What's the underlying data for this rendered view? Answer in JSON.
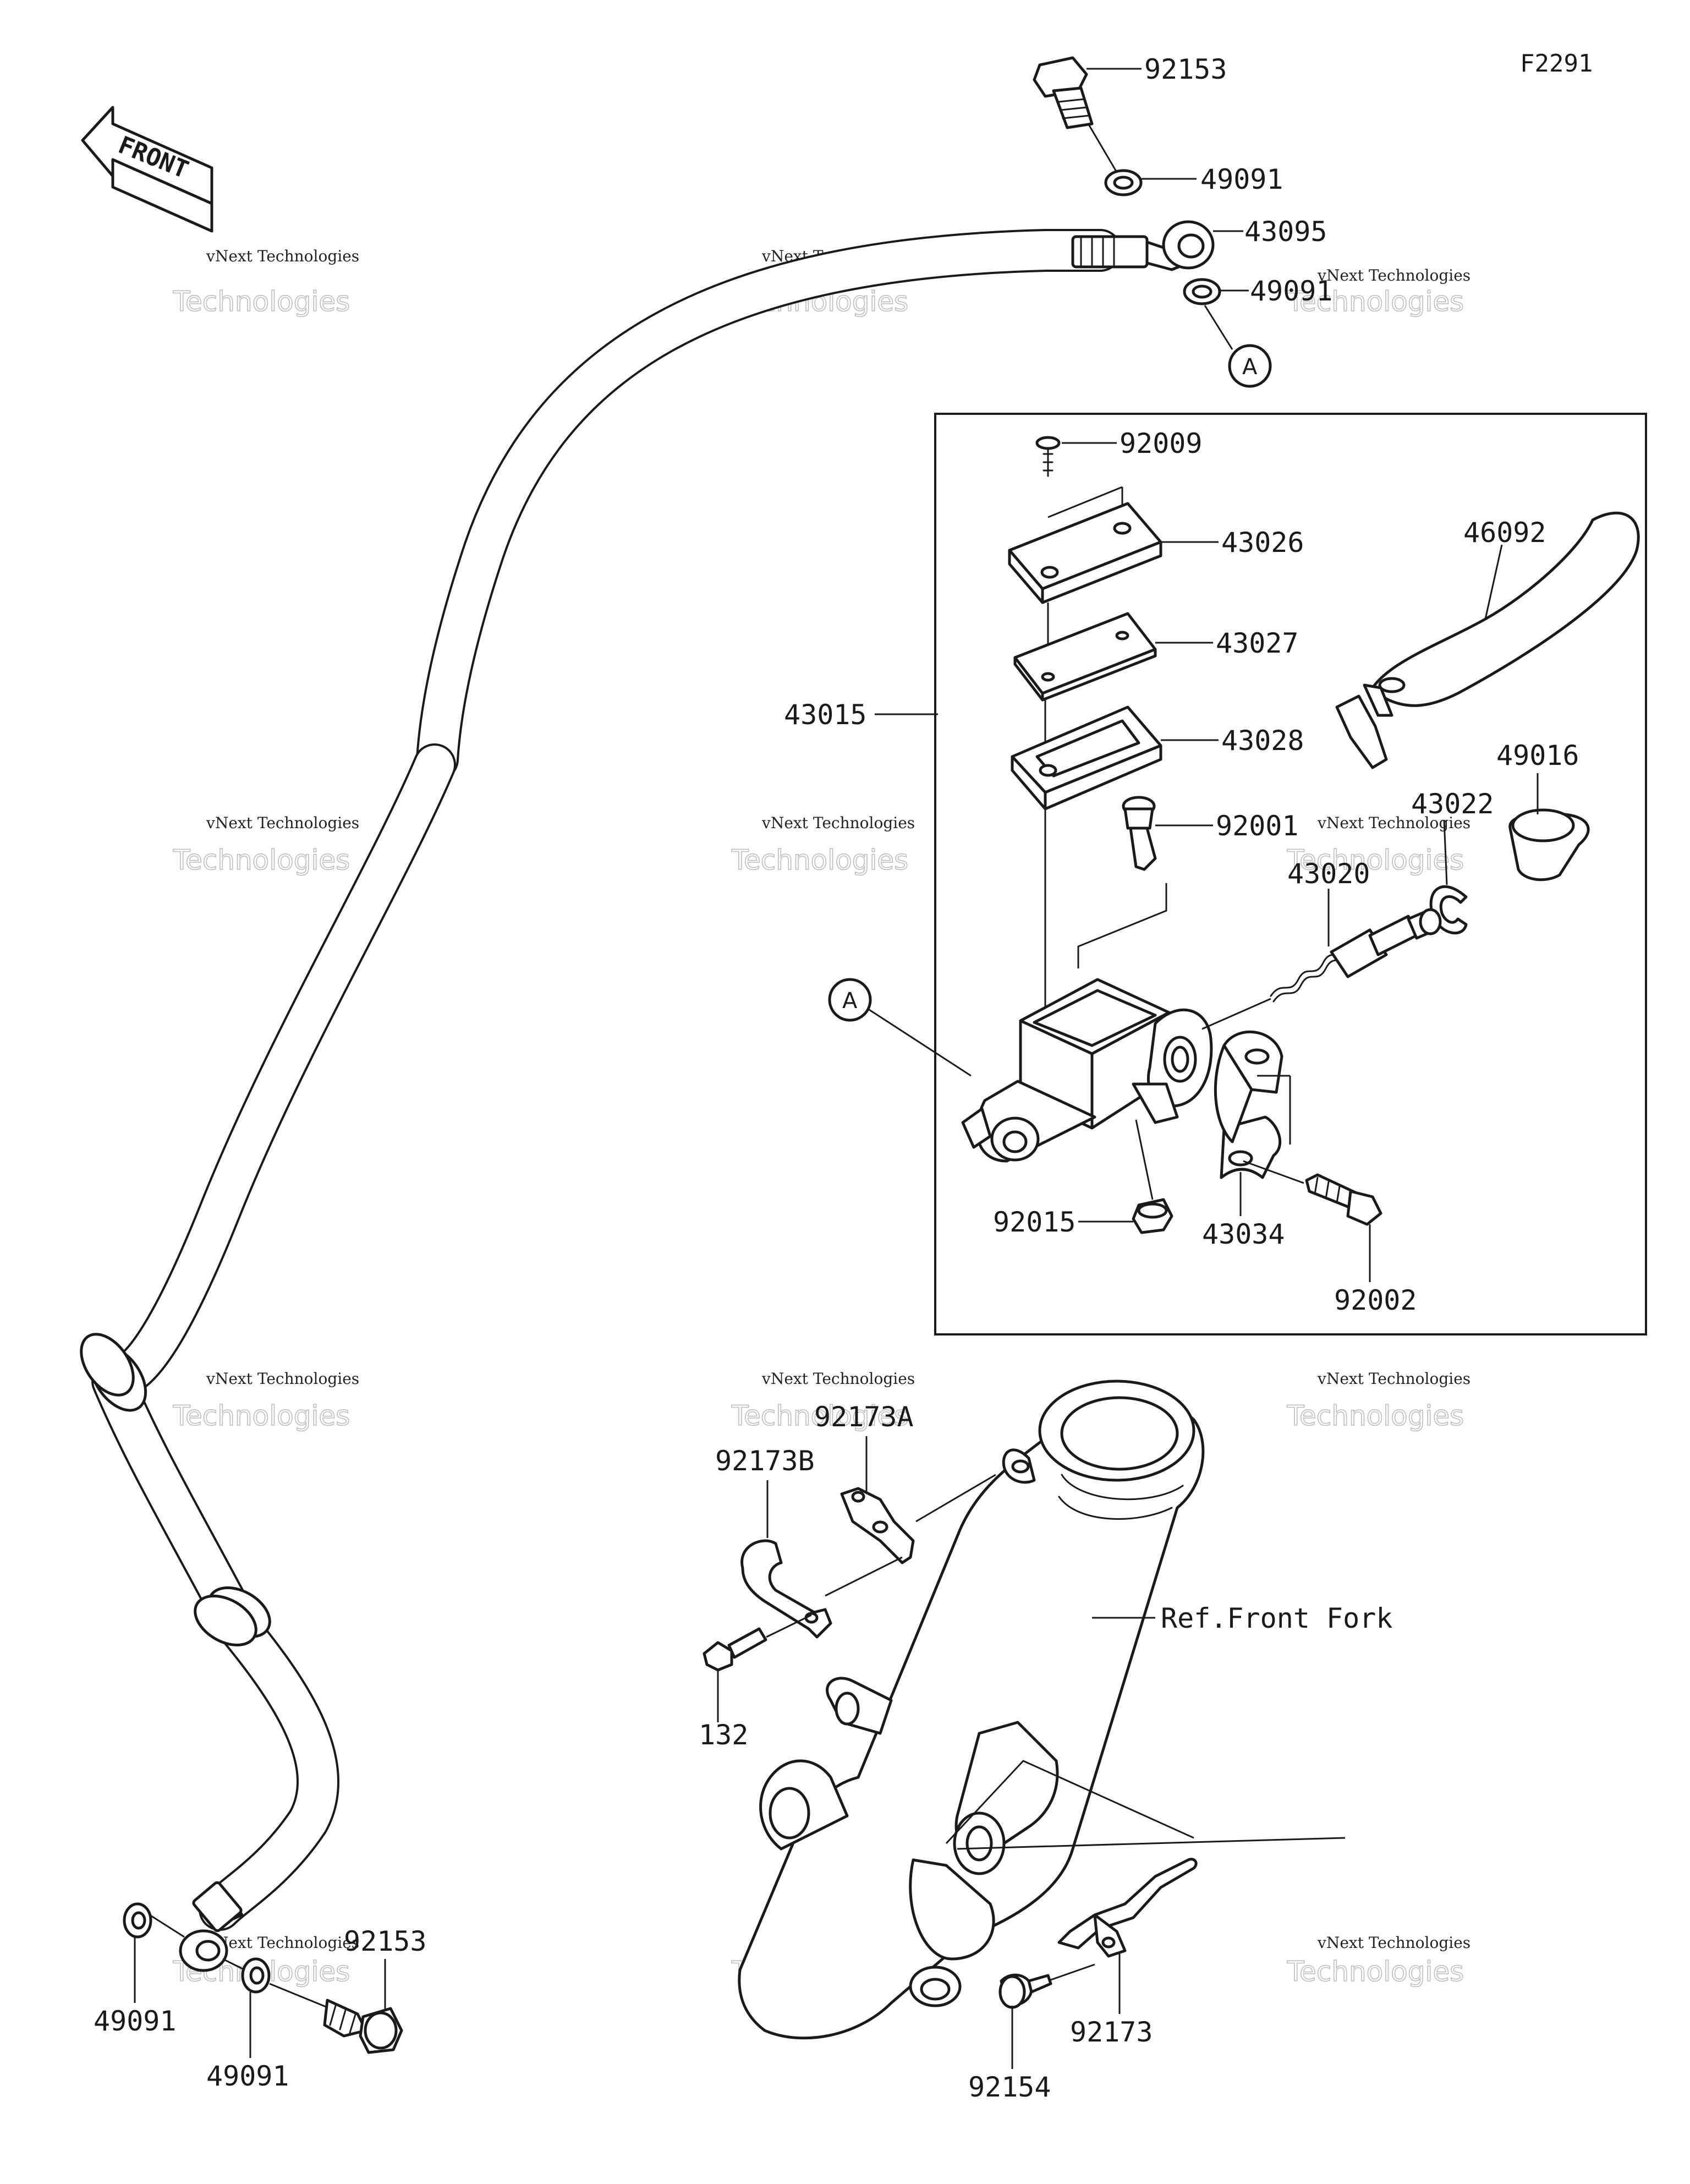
{
  "diagram_code": "F2291",
  "front_label": "FRONT",
  "reference_marker": "A",
  "watermark": {
    "line1": "vNext Technologies",
    "line2": "Technologies"
  },
  "labels": {
    "banjo_bolt_upper": "92153",
    "washer_upper_1": "49091",
    "hose": "43095",
    "washer_upper_2": "49091",
    "screw_cap": "92009",
    "cap": "43026",
    "plate": "43027",
    "diaphragm": "43028",
    "master_cylinder_assy": "43015",
    "lever": "46092",
    "boot": "49016",
    "circlip": "43022",
    "bolt_lever": "92001",
    "piston_kit": "43020",
    "nut": "92015",
    "holder": "43034",
    "bolt_holder": "92002",
    "clamp_a": "92173A",
    "clamp_b": "92173B",
    "bolt_132": "132",
    "ref_front_fork": "Ref.Front Fork",
    "washer_lower_1": "49091",
    "washer_lower_2": "49091",
    "banjo_bolt_lower": "92153",
    "clamp": "92173",
    "bolt_lower": "92154"
  }
}
